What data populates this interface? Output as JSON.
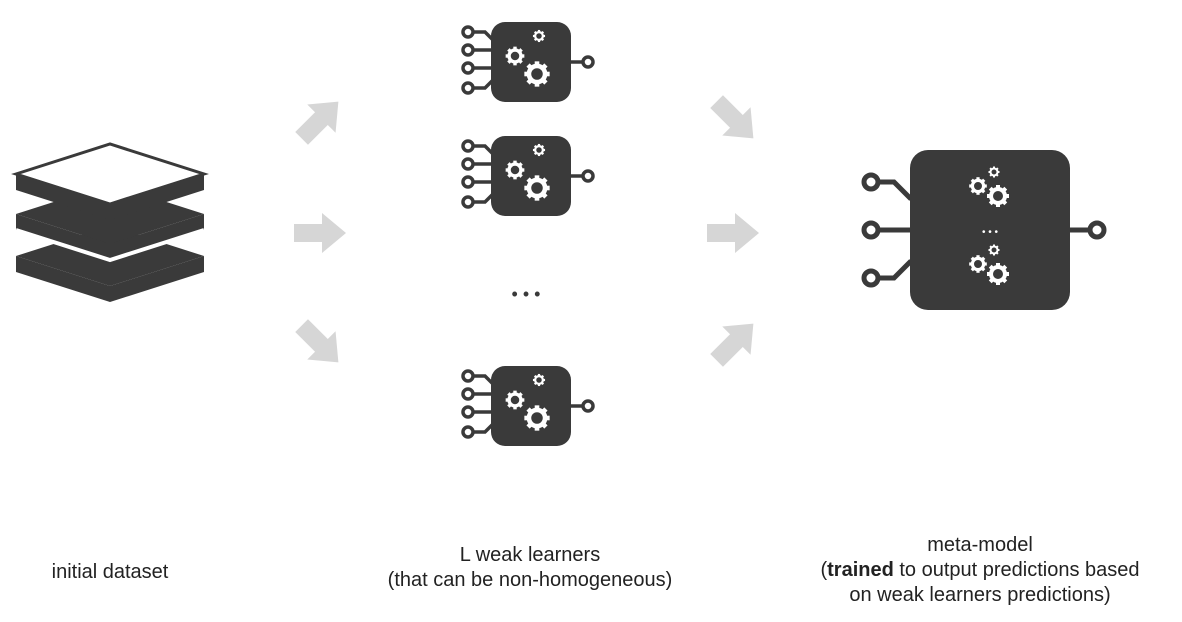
{
  "labels": {
    "initial_dataset": "initial dataset",
    "weak_learners_line1": "L weak learners",
    "weak_learners_line2": "(that can be non-homogeneous)",
    "meta_model_line1": "meta-model",
    "meta_model_trained": "trained",
    "meta_model_line2_rest": " to output predictions based",
    "meta_model_line3": "on weak learners predictions)",
    "meta_model_open_paren": "("
  },
  "ellipsis": {
    "learners": "• • •",
    "meta_inner": "• • •"
  },
  "colors": {
    "dark": "#3a3a3a",
    "arrow": "#d6d6d6",
    "background": "#ffffff"
  },
  "icons": [
    "dataset-stack-icon",
    "weak-learner-icon",
    "gear-icon",
    "arrow-icon",
    "meta-model-icon"
  ]
}
